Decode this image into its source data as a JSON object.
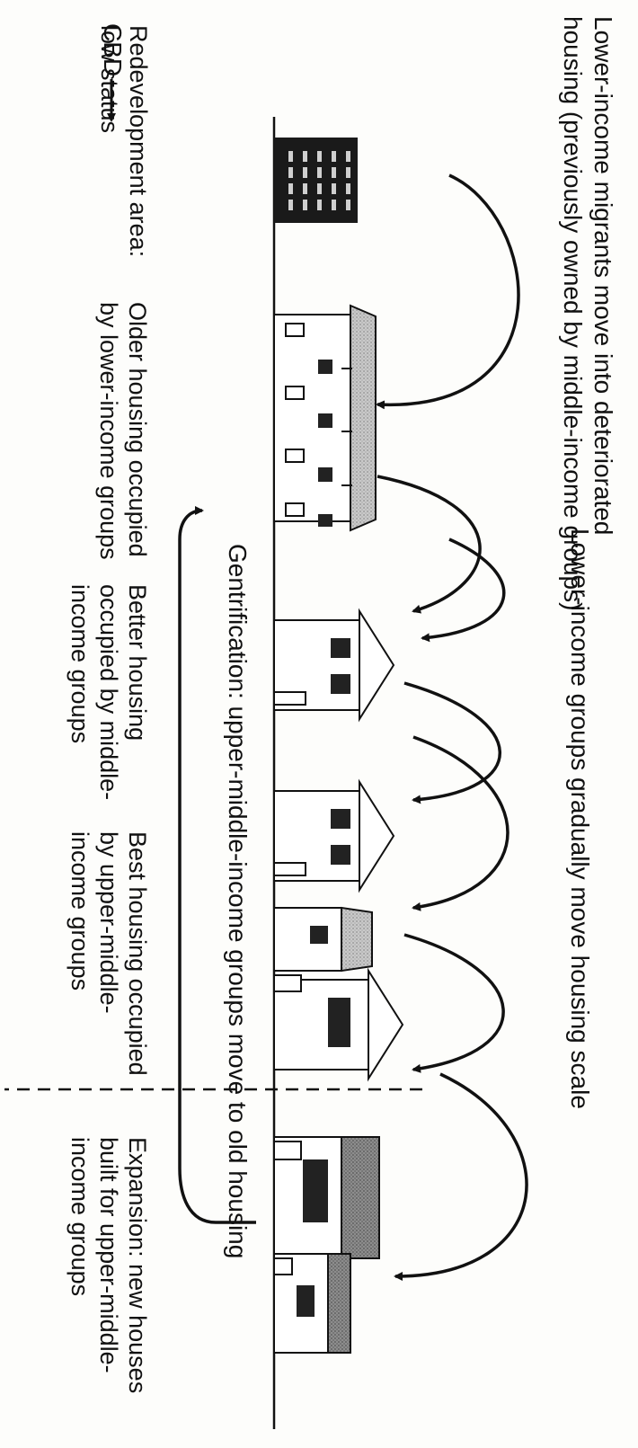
{
  "title_lines": [
    "Lower-income migrants move into deteriorated",
    "housing (previously owned by middle-income groups)"
  ],
  "cbd_label": "CBD",
  "scale_label": "Lower-income groups gradually move housing scale",
  "gentrification_label": "Gentrification: upper-middle-income groups move to old housing",
  "zones": [
    {
      "lines": [
        "Redevelopment area:",
        "low status"
      ]
    },
    {
      "lines": [
        "Older housing occupied",
        "by lower-income groups"
      ]
    },
    {
      "lines": [
        "Better housing",
        "occupied by middle-",
        "income groups"
      ]
    },
    {
      "lines": [
        "Best housing occupied",
        "by upper-middle-",
        "income groups"
      ]
    },
    {
      "lines": [
        "Expansion: new houses",
        "built for upper-middle-",
        "income groups"
      ]
    }
  ],
  "colors": {
    "ink": "#111111",
    "cbd_building": "#1a1a1a",
    "stipple_light": "#bdbdbd",
    "stipple_dark": "#7a7a7a"
  }
}
